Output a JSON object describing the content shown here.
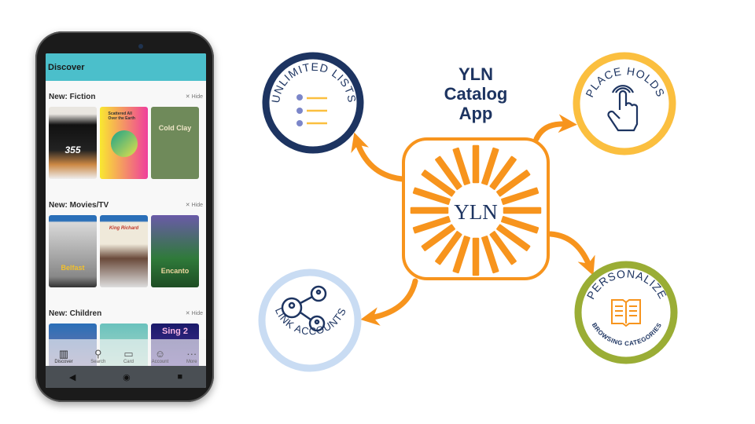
{
  "phone": {
    "header_title": "Discover",
    "hide_label": "Hide",
    "sections": [
      {
        "title": "New: Fiction",
        "covers": [
          "355",
          "Scattered All Over the Earth",
          "Cold Clay"
        ]
      },
      {
        "title": "New: Movies/TV",
        "covers": [
          "Belfast",
          "King Richard",
          "Encanto"
        ]
      },
      {
        "title": "New: Children",
        "covers": [
          "",
          "",
          "Sing 2"
        ]
      }
    ],
    "tabs": [
      {
        "label": "Discover",
        "icon": "library-icon"
      },
      {
        "label": "Search",
        "icon": "search-icon"
      },
      {
        "label": "Card",
        "icon": "card-icon"
      },
      {
        "label": "Account",
        "icon": "account-icon"
      },
      {
        "label": "More",
        "icon": "more-icon"
      }
    ]
  },
  "diagram": {
    "title_lines": [
      "YLN",
      "Catalog",
      "App"
    ],
    "logo_text": "YLN",
    "features": {
      "lists": "UNLIMITED LISTS",
      "holds": "PLACE HOLDS",
      "link": "LINK ACCOUNTS",
      "personalize": "PERSONALIZE",
      "browsing": "BROWSING CATEGORIES"
    },
    "colors": {
      "navy": "#1d3461",
      "orange": "#f7941d",
      "yellow": "#fbbf3f",
      "lightblue": "#c9dcf3",
      "green": "#9aad35",
      "teal": "#4bbfcb"
    }
  }
}
